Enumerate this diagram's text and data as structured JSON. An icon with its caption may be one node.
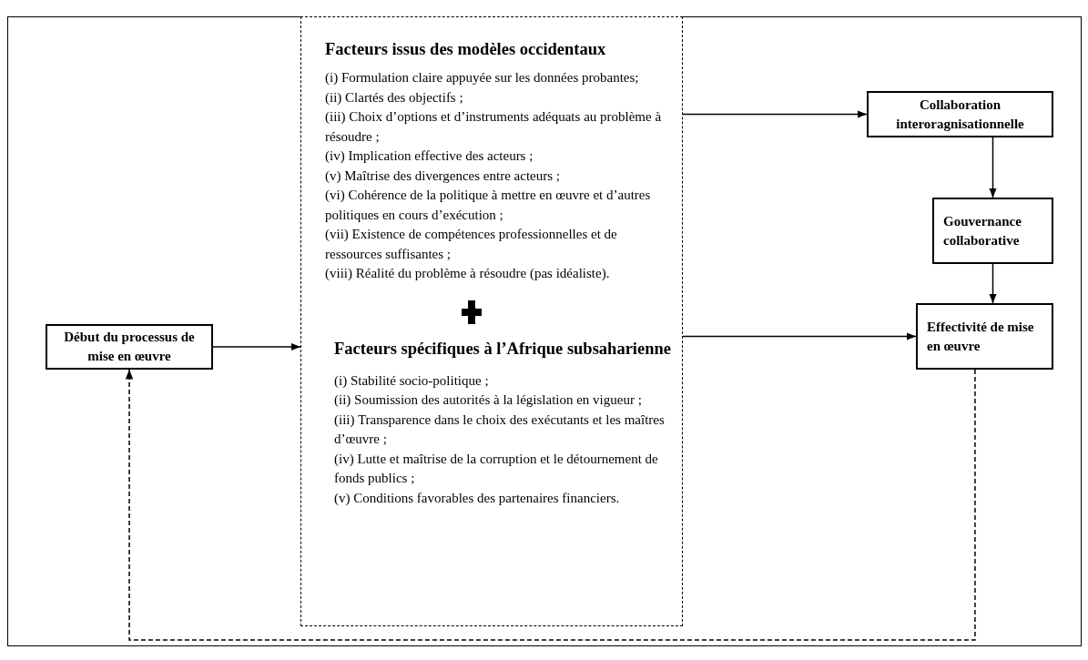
{
  "diagram": {
    "nodes": [
      {
        "text": [
          "Début du processus de mise en œuvre"
        ]
      },
      {
        "text": [
          "Facteurs issus des modèles occidentaux",
          "(i) Formulation claire appuyée sur les données probantes;",
          "(ii) Clartés des objectifs ;",
          "(iii) Choix d’options et d’instruments adéquats au problème à résoudre ;",
          "(iv) Implication effective des acteurs ;",
          "(v) Maîtrise des divergences entre acteurs ;",
          "(vi) Cohérence de la politique à mettre en œuvre et d’autres politiques en cours d’exécution ;",
          "(vii) Existence de compétences professionnelles et de ressources suffisantes ;",
          "(viii) Réalité du problème à résoudre (pas idéaliste).",
          "Facteurs spécifiques à l’Afrique subsaharienne",
          "(i) Stabilité socio-politique ;",
          "(ii) Soumission des autorités à la législation en vigueur ;",
          "(iii) Transparence dans le choix des exécutants et les maîtres d’œuvre ;",
          "(iv) Lutte et maîtrise de la corruption et le détournement de fonds publics ;",
          "(v) Conditions favorables des partenaires financiers."
        ]
      },
      {
        "text": [
          "Collaboration interoragnisationnelle"
        ]
      },
      {
        "text": [
          "Gouvernance collaborative"
        ]
      },
      {
        "text": [
          "Effectivité de mise en œuvre"
        ]
      }
    ],
    "edges": [
      {
        "from": 0,
        "to": 1,
        "arrow": "to"
      },
      {
        "from": 1,
        "to": 2,
        "arrow": "to"
      },
      {
        "from": 2,
        "to": 3,
        "arrow": "to"
      },
      {
        "from": 3,
        "to": 4,
        "arrow": "to"
      },
      {
        "from": 1,
        "to": 4,
        "arrow": "to"
      },
      {
        "from": 4,
        "to": 0,
        "arrow": "to",
        "style": "dashed"
      }
    ]
  }
}
